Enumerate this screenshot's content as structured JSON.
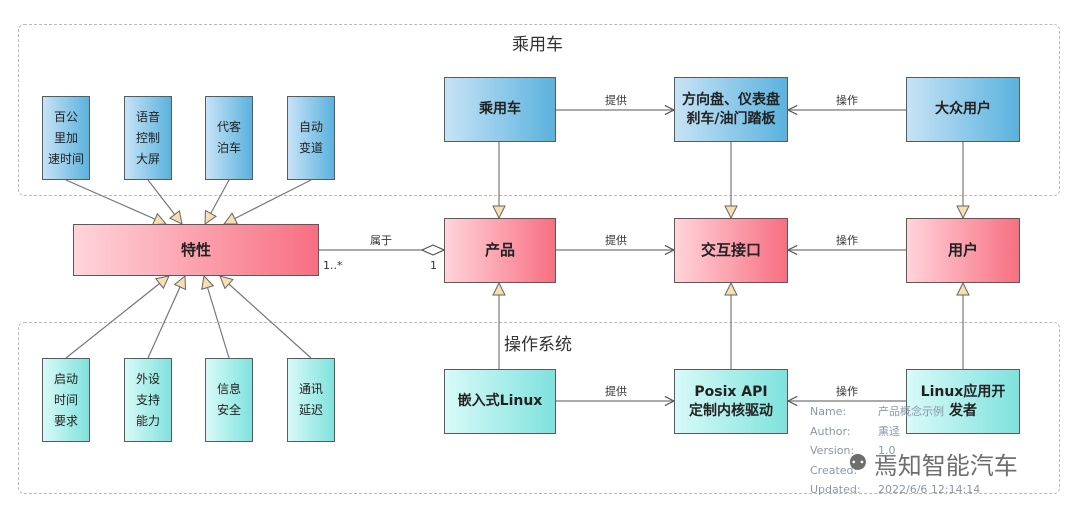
{
  "frames": {
    "top_title": "乘用车",
    "bottom_title": "操作系统"
  },
  "nodes": {
    "feature_baigongli": "百公\n里加\n速时间",
    "feature_yuyin": "语音\n控制\n大屏",
    "feature_daike": "代客\n泊车",
    "feature_zidong": "自动\n变道",
    "feature_qidong": "启动\n时间\n要求",
    "feature_waishe": "外设\n支持\n能力",
    "feature_xinxi": "信息\n安全",
    "feature_tongxun": "通讯\n延迟",
    "texing": "特性",
    "chanpin": "产品",
    "jiaohu": "交互接口",
    "yonghu": "用户",
    "chengyongche": "乘用车",
    "fangxiangpan": "方向盘、仪表盘\n刹车/油门踏板",
    "dazhong": "大众用户",
    "qianru": "嵌入式Linux",
    "posix": "Posix API\n定制内核驱动",
    "linuxdev": "Linux应用开\n发者"
  },
  "edge_labels": {
    "shugai": "属于",
    "mult_many": "1..*",
    "mult_one": "1",
    "tigong_top": "提供",
    "caozuo_top": "操作",
    "tigong_mid": "提供",
    "caozuo_mid": "操作",
    "tigong_bot": "提供",
    "caozuo_bot": "操作"
  },
  "metadata": {
    "name_key": "Name:",
    "name_val": "产品概念示例",
    "author_key": "Author:",
    "author_val": "熏迳",
    "version_key": "Version:",
    "version_val": "1.0",
    "created_key": "Created:",
    "updated_key": "Updated:",
    "updated_val": "2022/6/6 12:14:14"
  },
  "watermark": "焉知智能汽车",
  "colors": {
    "blue": "#5ab2de",
    "pink": "#f76f82",
    "teal": "#7fe2dd",
    "arrow_fill": "#f6dfb0"
  }
}
